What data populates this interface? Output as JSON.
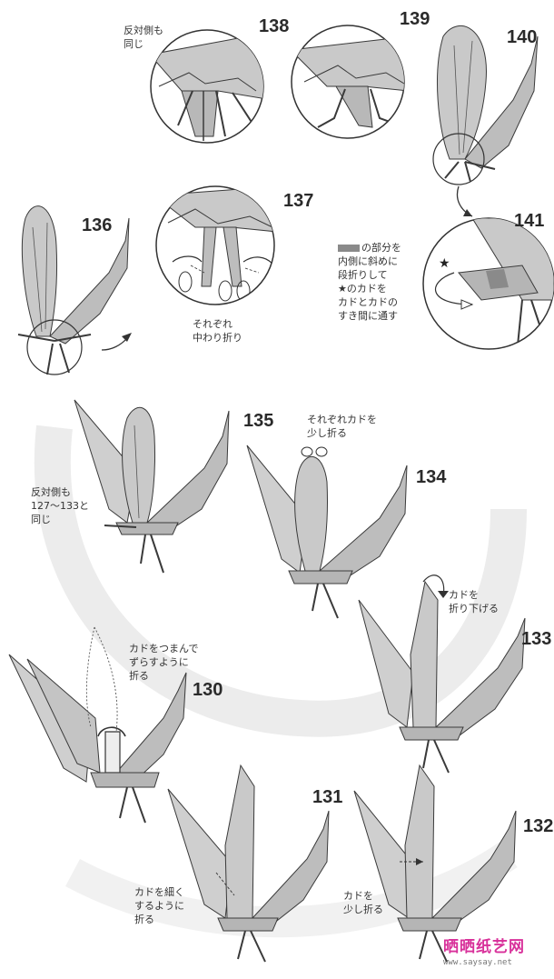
{
  "steps": [
    {
      "num": "138",
      "note": "反対側も\n同じ"
    },
    {
      "num": "139"
    },
    {
      "num": "140"
    },
    {
      "num": "141",
      "note": "の部分を\n内側に斜めに\n段折りして\n★のカドを\nカドとカドの\nすき間に通す"
    },
    {
      "num": "136"
    },
    {
      "num": "137",
      "note": "それぞれ\n中わり折り"
    },
    {
      "num": "135",
      "note": "反対側も\n127〜133と\n同じ"
    },
    {
      "num": "134",
      "note": "それぞれカドを\n少し折る"
    },
    {
      "num": "133",
      "note": "カドを\n折り下げる"
    },
    {
      "num": "130",
      "note": "カドをつまんで\nずらすように\n折る"
    },
    {
      "num": "131",
      "note": "カドを細く\nするように\n折る"
    },
    {
      "num": "132",
      "note": "カドを\n少し折る"
    }
  ],
  "watermark": {
    "name": "晒晒纸艺网",
    "url": "www.saysay.net"
  },
  "colors": {
    "paper": "#c9c9c9",
    "paper_dark": "#9a9a9a",
    "line": "#3a3a3a",
    "watermark": "#d8309a"
  }
}
